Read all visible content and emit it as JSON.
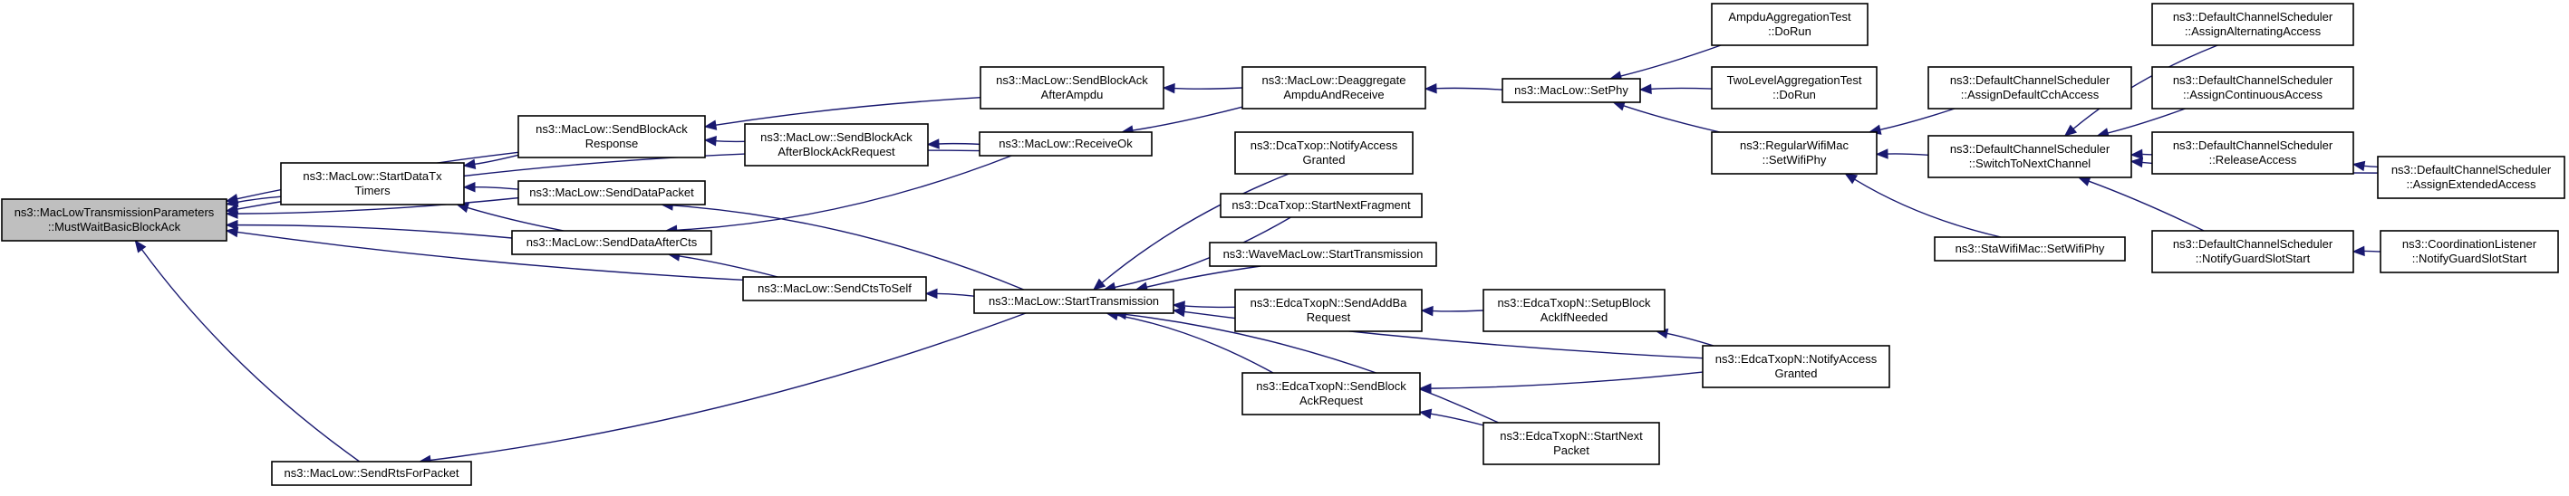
{
  "graph": {
    "colors": {
      "edge": "#191970",
      "node_border": "#000000",
      "root_fill": "#bfbfbf",
      "node_fill": "#ffffff"
    },
    "nodes": [
      {
        "id": "root",
        "lines": [
          "ns3::MacLowTransmissionParameters",
          "::MustWaitBasicBlockAck"
        ],
        "root": true
      },
      {
        "id": "startDataTxTimers",
        "lines": [
          "ns3::MacLow::StartDataTx",
          "Timers"
        ]
      },
      {
        "id": "sendRtsForPacket",
        "lines": [
          "ns3::MacLow::SendRtsForPacket"
        ]
      },
      {
        "id": "sendBlockAckResponse",
        "lines": [
          "ns3::MacLow::SendBlockAck",
          "Response"
        ]
      },
      {
        "id": "sendDataPacket",
        "lines": [
          "ns3::MacLow::SendDataPacket"
        ]
      },
      {
        "id": "sendDataAfterCts",
        "lines": [
          "ns3::MacLow::SendDataAfterCts"
        ]
      },
      {
        "id": "sendCtsToSelf",
        "lines": [
          "ns3::MacLow::SendCtsToSelf"
        ]
      },
      {
        "id": "sendBlockAckAfterAmpdu",
        "lines": [
          "ns3::MacLow::SendBlockAck",
          "AfterAmpdu"
        ]
      },
      {
        "id": "sendBlockAckAfterBlockAckRequest",
        "lines": [
          "ns3::MacLow::SendBlockAck",
          "AfterBlockAckRequest"
        ]
      },
      {
        "id": "startTransmission",
        "lines": [
          "ns3::MacLow::StartTransmission"
        ]
      },
      {
        "id": "deaggregate",
        "lines": [
          "ns3::MacLow::Deaggregate",
          "AmpduAndReceive"
        ]
      },
      {
        "id": "receiveOk",
        "lines": [
          "ns3::MacLow::ReceiveOk"
        ]
      },
      {
        "id": "dcaNotifyAccess",
        "lines": [
          "ns3::DcaTxop::NotifyAccess",
          "Granted"
        ]
      },
      {
        "id": "dcaStartNextFragment",
        "lines": [
          "ns3::DcaTxop::StartNextFragment"
        ]
      },
      {
        "id": "waveStartTransmission",
        "lines": [
          "ns3::WaveMacLow::StartTransmission"
        ]
      },
      {
        "id": "edcaSendAddBa",
        "lines": [
          "ns3::EdcaTxopN::SendAddBa",
          "Request"
        ]
      },
      {
        "id": "edcaSendBlockAckRequest",
        "lines": [
          "ns3::EdcaTxopN::SendBlock",
          "AckRequest"
        ]
      },
      {
        "id": "setPhy",
        "lines": [
          "ns3::MacLow::SetPhy"
        ]
      },
      {
        "id": "edcaSetupBlockAck",
        "lines": [
          "ns3::EdcaTxopN::SetupBlock",
          "AckIfNeeded"
        ]
      },
      {
        "id": "edcaStartNextPacket",
        "lines": [
          "ns3::EdcaTxopN::StartNext",
          "Packet"
        ]
      },
      {
        "id": "ampduTest",
        "lines": [
          "AmpduAggregationTest",
          "::DoRun"
        ]
      },
      {
        "id": "twoLevelTest",
        "lines": [
          "TwoLevelAggregationTest",
          "::DoRun"
        ]
      },
      {
        "id": "regularSetWifiPhy",
        "lines": [
          "ns3::RegularWifiMac",
          "::SetWifiPhy"
        ]
      },
      {
        "id": "edcaNotifyAccess",
        "lines": [
          "ns3::EdcaTxopN::NotifyAccess",
          "Granted"
        ]
      },
      {
        "id": "assignDefaultCch",
        "lines": [
          "ns3::DefaultChannelScheduler",
          "::AssignDefaultCchAccess"
        ]
      },
      {
        "id": "switchToNextChannel",
        "lines": [
          "ns3::DefaultChannelScheduler",
          "::SwitchToNextChannel"
        ]
      },
      {
        "id": "staSetWifiPhy",
        "lines": [
          "ns3::StaWifiMac::SetWifiPhy"
        ]
      },
      {
        "id": "notifyGuardSlotStart",
        "lines": [
          "ns3::DefaultChannelScheduler",
          "::NotifyGuardSlotStart"
        ]
      },
      {
        "id": "assignAlternating",
        "lines": [
          "ns3::DefaultChannelScheduler",
          "::AssignAlternatingAccess"
        ]
      },
      {
        "id": "assignContinuous",
        "lines": [
          "ns3::DefaultChannelScheduler",
          "::AssignContinuousAccess"
        ]
      },
      {
        "id": "releaseAccess",
        "lines": [
          "ns3::DefaultChannelScheduler",
          "::ReleaseAccess"
        ]
      },
      {
        "id": "coordNotifyGuardSlotStart",
        "lines": [
          "ns3::CoordinationListener",
          "::NotifyGuardSlotStart"
        ]
      },
      {
        "id": "assignExtended",
        "lines": [
          "ns3::DefaultChannelScheduler",
          "::AssignExtendedAccess"
        ]
      }
    ],
    "edges": [
      {
        "from": "startDataTxTimers",
        "to": "root"
      },
      {
        "from": "sendRtsForPacket",
        "to": "root"
      },
      {
        "from": "sendBlockAckResponse",
        "to": "root"
      },
      {
        "from": "sendDataPacket",
        "to": "root"
      },
      {
        "from": "sendDataAfterCts",
        "to": "root"
      },
      {
        "from": "sendCtsToSelf",
        "to": "root"
      },
      {
        "from": "receiveOk",
        "to": "root"
      },
      {
        "from": "sendBlockAckResponse",
        "to": "startDataTxTimers"
      },
      {
        "from": "sendDataPacket",
        "to": "startDataTxTimers"
      },
      {
        "from": "sendDataAfterCts",
        "to": "startDataTxTimers"
      },
      {
        "from": "sendBlockAckAfterAmpdu",
        "to": "sendBlockAckResponse"
      },
      {
        "from": "sendBlockAckAfterBlockAckRequest",
        "to": "sendBlockAckResponse"
      },
      {
        "from": "sendCtsToSelf",
        "to": "sendDataAfterCts"
      },
      {
        "from": "receiveOk",
        "to": "sendDataAfterCts"
      },
      {
        "from": "startTransmission",
        "to": "sendCtsToSelf"
      },
      {
        "from": "startTransmission",
        "to": "sendRtsForPacket"
      },
      {
        "from": "startTransmission",
        "to": "sendDataPacket"
      },
      {
        "from": "deaggregate",
        "to": "sendBlockAckAfterAmpdu"
      },
      {
        "from": "receiveOk",
        "to": "sendBlockAckAfterBlockAckRequest"
      },
      {
        "from": "deaggregate",
        "to": "receiveOk"
      },
      {
        "from": "setPhy",
        "to": "deaggregate"
      },
      {
        "from": "ampduTest",
        "to": "setPhy"
      },
      {
        "from": "twoLevelTest",
        "to": "setPhy"
      },
      {
        "from": "regularSetWifiPhy",
        "to": "setPhy"
      },
      {
        "from": "dcaNotifyAccess",
        "to": "startTransmission"
      },
      {
        "from": "dcaStartNextFragment",
        "to": "startTransmission"
      },
      {
        "from": "waveStartTransmission",
        "to": "startTransmission"
      },
      {
        "from": "edcaSendAddBa",
        "to": "startTransmission"
      },
      {
        "from": "edcaSendBlockAckRequest",
        "to": "startTransmission"
      },
      {
        "from": "edcaNotifyAccess",
        "to": "startTransmission"
      },
      {
        "from": "edcaStartNextPacket",
        "to": "startTransmission"
      },
      {
        "from": "edcaSetupBlockAck",
        "to": "edcaSendAddBa"
      },
      {
        "from": "edcaNotifyAccess",
        "to": "edcaSetupBlockAck"
      },
      {
        "from": "edcaNotifyAccess",
        "to": "edcaSendBlockAckRequest"
      },
      {
        "from": "edcaStartNextPacket",
        "to": "edcaSendBlockAckRequest"
      },
      {
        "from": "assignDefaultCch",
        "to": "regularSetWifiPhy"
      },
      {
        "from": "switchToNextChannel",
        "to": "regularSetWifiPhy"
      },
      {
        "from": "staSetWifiPhy",
        "to": "regularSetWifiPhy"
      },
      {
        "from": "assignAlternating",
        "to": "switchToNextChannel"
      },
      {
        "from": "assignContinuous",
        "to": "switchToNextChannel"
      },
      {
        "from": "releaseAccess",
        "to": "switchToNextChannel"
      },
      {
        "from": "assignExtended",
        "to": "switchToNextChannel"
      },
      {
        "from": "notifyGuardSlotStart",
        "to": "switchToNextChannel"
      },
      {
        "from": "assignExtended",
        "to": "releaseAccess"
      },
      {
        "from": "coordNotifyGuardSlotStart",
        "to": "notifyGuardSlotStart"
      }
    ]
  }
}
